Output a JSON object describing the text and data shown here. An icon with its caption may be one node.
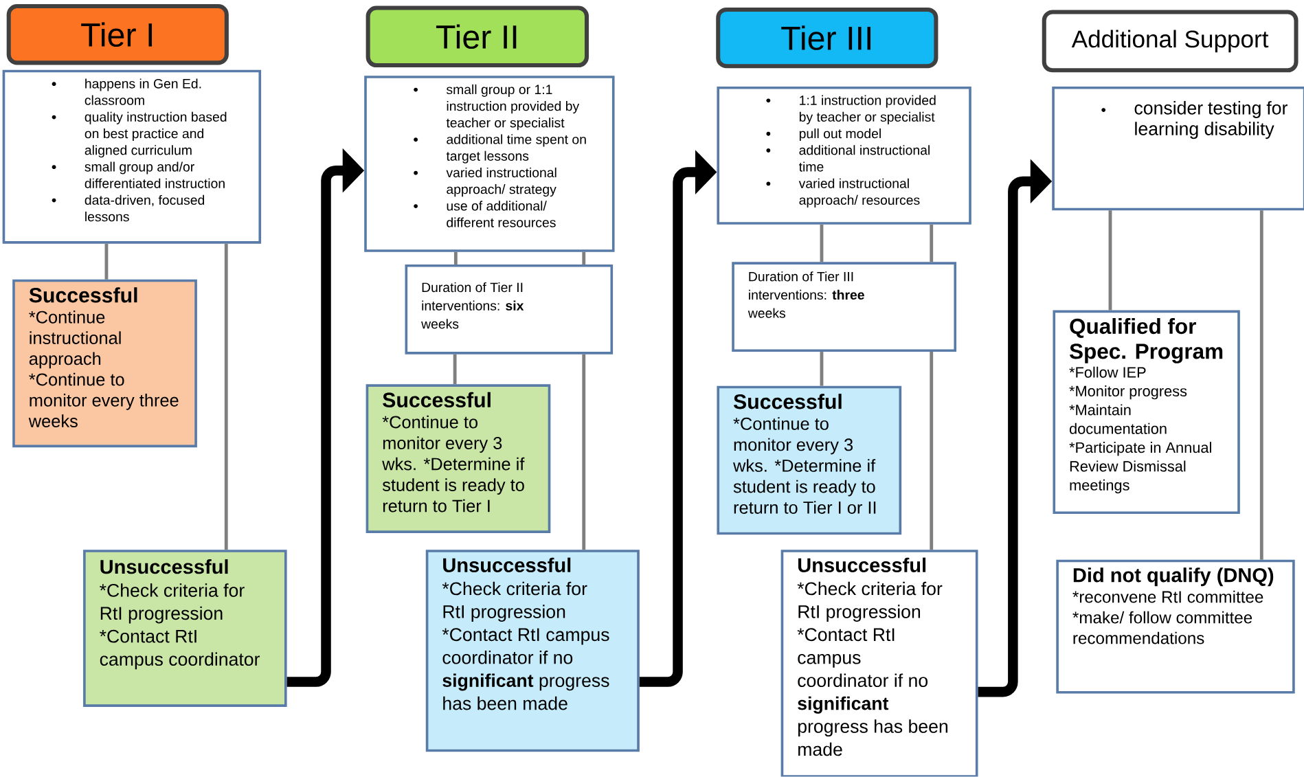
{
  "diagram": {
    "nodes": [
      {
        "text": [
          "Tier I"
        ]
      },
      {
        "text": [
          "happens in Gen Ed. classroom",
          "quality instruction based on best practice and aligned curriculum",
          "small group and/or differentiated instruction",
          "data-driven, focused lessons"
        ]
      },
      {
        "text": [
          "Successful",
          "*Continue instructional approach",
          "*Continue to monitor every three weeks"
        ]
      },
      {
        "text": [
          "Unsuccessful",
          "*Check criteria for RtI progression",
          "*Contact RtI campus coordinator"
        ]
      },
      {
        "text": [
          "Tier II"
        ]
      },
      {
        "text": [
          "small group or 1:1 instruction provided by teacher or specialist",
          "additional time spent on target lessons",
          "varied instructional approach/ strategy",
          "use of additional/ different resources"
        ]
      },
      {
        "text": [
          "Duration of Tier II interventions: **six** weeks"
        ]
      },
      {
        "text": [
          "Successful",
          "*Continue to monitor every 3 wks. *Determine if student is ready to return to Tier I"
        ]
      },
      {
        "text": [
          "Unsuccessful",
          "*Check criteria for RtI progression",
          "*Contact RtI campus coordinator if no **significant** progress has been made"
        ]
      },
      {
        "text": [
          "Tier III"
        ]
      },
      {
        "text": [
          "1:1 instruction provided by teacher or specialist",
          "pull out model",
          "additional instructional time",
          "varied instructional approach/ resources"
        ]
      },
      {
        "text": [
          "Duration of Tier III interventions: **three** weeks"
        ]
      },
      {
        "text": [
          "Successful",
          "*Continue to monitor every 3 wks. *Determine if student is ready to return to Tier I or II"
        ]
      },
      {
        "text": [
          "Unsuccessful",
          "*Check criteria for RtI progression",
          "*Contact RtI campus coordinator if no **significant** progress has been made"
        ]
      },
      {
        "text": [
          "Additional Support"
        ]
      },
      {
        "text": [
          "consider testing for learning disability"
        ]
      },
      {
        "text": [
          "Qualified for Spec. Program",
          "*Follow IEP",
          "*Monitor progress",
          "*Maintain documentation",
          "*Participate in Annual Review Dismissal meetings"
        ]
      },
      {
        "text": [
          "Did not qualify (DNQ)",
          "*reconvene RtI committee",
          "*make/ follow committee recommendations"
        ]
      }
    ],
    "edges": [
      {
        "from": 1,
        "to": 2,
        "arrow": "none"
      },
      {
        "from": 1,
        "to": 3,
        "arrow": "none"
      },
      {
        "from": 3,
        "to": 5,
        "arrow": "to",
        "style": "thick",
        "color": "#000000"
      },
      {
        "from": 5,
        "to": 6,
        "arrow": "none"
      },
      {
        "from": 5,
        "to": 6,
        "arrow": "none"
      },
      {
        "from": 6,
        "to": 7,
        "arrow": "none"
      },
      {
        "from": 6,
        "to": 8,
        "arrow": "none"
      },
      {
        "from": 8,
        "to": 10,
        "arrow": "to",
        "style": "thick",
        "color": "#000000"
      },
      {
        "from": 10,
        "to": 11,
        "arrow": "none"
      },
      {
        "from": 10,
        "to": 11,
        "arrow": "none"
      },
      {
        "from": 11,
        "to": 12,
        "arrow": "none"
      },
      {
        "from": 11,
        "to": 13,
        "arrow": "none"
      },
      {
        "from": 13,
        "to": 15,
        "arrow": "to",
        "style": "thick",
        "color": "#000000"
      },
      {
        "from": 15,
        "to": 16,
        "arrow": "none"
      },
      {
        "from": 15,
        "to": 17,
        "arrow": "none"
      }
    ]
  }
}
